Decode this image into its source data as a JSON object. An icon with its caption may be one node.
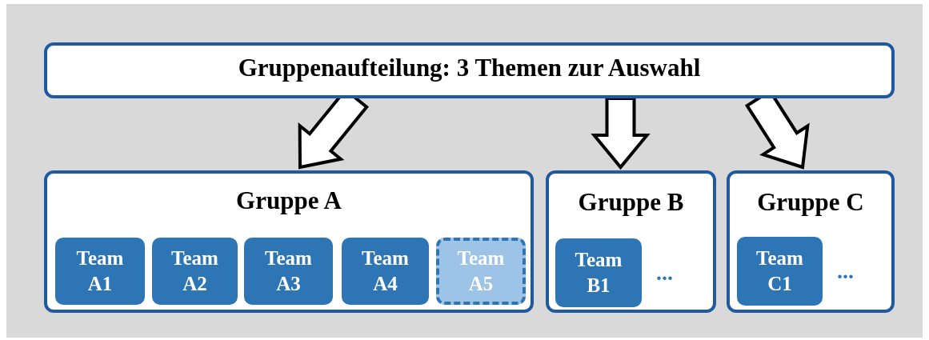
{
  "diagram": {
    "nodes": [
      {
        "text": [
          "Gruppenaufteilung: 3 Themen zur Auswahl"
        ]
      },
      {
        "text": [
          "Gruppe A"
        ]
      },
      {
        "text": [
          "Team A1"
        ],
        "in": 1
      },
      {
        "text": [
          "Team A2"
        ],
        "in": 1
      },
      {
        "text": [
          "Team A3"
        ],
        "in": 1
      },
      {
        "text": [
          "Team A4"
        ],
        "in": 1
      },
      {
        "text": [
          "Team A5"
        ],
        "in": 1
      },
      {
        "text": [
          "Gruppe B",
          "..."
        ]
      },
      {
        "text": [
          "Team B1"
        ],
        "in": 7
      },
      {
        "text": [
          "Gruppe C",
          "..."
        ]
      },
      {
        "text": [
          "Team C1"
        ],
        "in": 9
      }
    ],
    "edges": [
      {
        "from": 0,
        "to": 1,
        "arrow": "to"
      },
      {
        "from": 0,
        "to": 7,
        "arrow": "to"
      },
      {
        "from": 0,
        "to": 9,
        "arrow": "to"
      }
    ]
  }
}
